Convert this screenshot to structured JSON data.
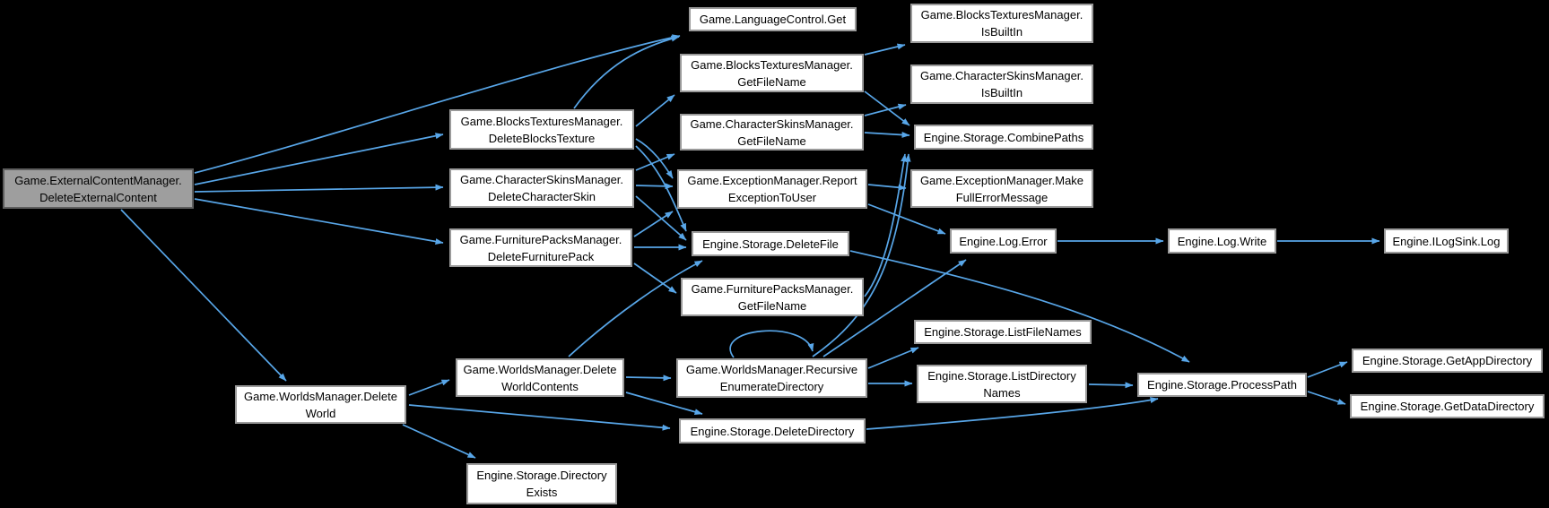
{
  "diagram": {
    "type": "call-graph",
    "description": "Doxygen caller graph for Game.ExternalContentManager.DeleteExternalContent",
    "colors": {
      "background": "#000000",
      "edge": "#58a6e8",
      "node_fill": "#ffffff",
      "node_border": "#9a9a9a",
      "root_fill": "#9e9e9e",
      "root_border": "#5e5e5e",
      "text": "#000000"
    },
    "nodes": [
      {
        "id": "root",
        "label": "Game.ExternalContentManager.\nDeleteExternalContent"
      },
      {
        "id": "lang_get",
        "label": "Game.LanguageControl.Get"
      },
      {
        "id": "bt_isbuiltin",
        "label": "Game.BlocksTexturesManager.\nIsBuiltIn"
      },
      {
        "id": "bt_getfilename",
        "label": "Game.BlocksTexturesManager.\nGetFileName"
      },
      {
        "id": "cs_isbuiltin",
        "label": "Game.CharacterSkinsManager.\nIsBuiltIn"
      },
      {
        "id": "bt_delete",
        "label": "Game.BlocksTexturesManager.\nDeleteBlocksTexture"
      },
      {
        "id": "cs_getfilename",
        "label": "Game.CharacterSkinsManager.\nGetFileName"
      },
      {
        "id": "combinepaths",
        "label": "Engine.Storage.CombinePaths"
      },
      {
        "id": "cs_delete",
        "label": "Game.CharacterSkinsManager.\nDeleteCharacterSkin"
      },
      {
        "id": "report",
        "label": "Game.ExceptionManager.Report\nExceptionToUser"
      },
      {
        "id": "makefull",
        "label": "Game.ExceptionManager.Make\nFullErrorMessage"
      },
      {
        "id": "fp_delete",
        "label": "Game.FurniturePacksManager.\nDeleteFurniturePack"
      },
      {
        "id": "deletefile",
        "label": "Engine.Storage.DeleteFile"
      },
      {
        "id": "log_error",
        "label": "Engine.Log.Error"
      },
      {
        "id": "log_write",
        "label": "Engine.Log.Write"
      },
      {
        "id": "ilogsink",
        "label": "Engine.ILogSink.Log"
      },
      {
        "id": "fp_getfilename",
        "label": "Game.FurniturePacksManager.\nGetFileName"
      },
      {
        "id": "listfilenames",
        "label": "Engine.Storage.ListFileNames"
      },
      {
        "id": "wm_contents",
        "label": "Game.WorldsManager.Delete\nWorldContents"
      },
      {
        "id": "recursive",
        "label": "Game.WorldsManager.Recursive\nEnumerateDirectory"
      },
      {
        "id": "listdirnames",
        "label": "Engine.Storage.ListDirectory\nNames"
      },
      {
        "id": "processpath",
        "label": "Engine.Storage.ProcessPath"
      },
      {
        "id": "getappdir",
        "label": "Engine.Storage.GetAppDirectory"
      },
      {
        "id": "getdatadir",
        "label": "Engine.Storage.GetDataDirectory"
      },
      {
        "id": "wm_world",
        "label": "Game.WorldsManager.Delete\nWorld"
      },
      {
        "id": "deletedir",
        "label": "Engine.Storage.DeleteDirectory"
      },
      {
        "id": "direxists",
        "label": "Engine.Storage.Directory\nExists"
      }
    ],
    "edges": [
      {
        "from": "root",
        "to": "lang_get"
      },
      {
        "from": "root",
        "to": "bt_delete"
      },
      {
        "from": "root",
        "to": "cs_delete"
      },
      {
        "from": "root",
        "to": "fp_delete"
      },
      {
        "from": "root",
        "to": "wm_world"
      },
      {
        "from": "bt_delete",
        "to": "lang_get"
      },
      {
        "from": "bt_delete",
        "to": "bt_getfilename"
      },
      {
        "from": "bt_delete",
        "to": "report"
      },
      {
        "from": "bt_delete",
        "to": "deletefile"
      },
      {
        "from": "cs_delete",
        "to": "cs_getfilename"
      },
      {
        "from": "cs_delete",
        "to": "report"
      },
      {
        "from": "cs_delete",
        "to": "deletefile"
      },
      {
        "from": "fp_delete",
        "to": "report"
      },
      {
        "from": "fp_delete",
        "to": "deletefile"
      },
      {
        "from": "fp_delete",
        "to": "fp_getfilename"
      },
      {
        "from": "bt_getfilename",
        "to": "bt_isbuiltin"
      },
      {
        "from": "bt_getfilename",
        "to": "combinepaths"
      },
      {
        "from": "cs_getfilename",
        "to": "cs_isbuiltin"
      },
      {
        "from": "cs_getfilename",
        "to": "combinepaths"
      },
      {
        "from": "report",
        "to": "makefull"
      },
      {
        "from": "report",
        "to": "log_error"
      },
      {
        "from": "log_error",
        "to": "log_write"
      },
      {
        "from": "log_write",
        "to": "ilogsink"
      },
      {
        "from": "deletefile",
        "to": "processpath"
      },
      {
        "from": "wm_world",
        "to": "wm_contents"
      },
      {
        "from": "wm_world",
        "to": "deletedir"
      },
      {
        "from": "wm_world",
        "to": "direxists"
      },
      {
        "from": "wm_contents",
        "to": "recursive"
      },
      {
        "from": "wm_contents",
        "to": "deletefile"
      },
      {
        "from": "wm_contents",
        "to": "deletedir"
      },
      {
        "from": "recursive",
        "to": "recursive"
      },
      {
        "from": "recursive",
        "to": "combinepaths"
      },
      {
        "from": "recursive",
        "to": "log_error"
      },
      {
        "from": "recursive",
        "to": "listfilenames"
      },
      {
        "from": "recursive",
        "to": "listdirnames"
      },
      {
        "from": "fp_getfilename",
        "to": "combinepaths"
      },
      {
        "from": "listdirnames",
        "to": "processpath"
      },
      {
        "from": "deletedir",
        "to": "processpath"
      },
      {
        "from": "processpath",
        "to": "getappdir"
      },
      {
        "from": "processpath",
        "to": "getdatadir"
      }
    ]
  }
}
